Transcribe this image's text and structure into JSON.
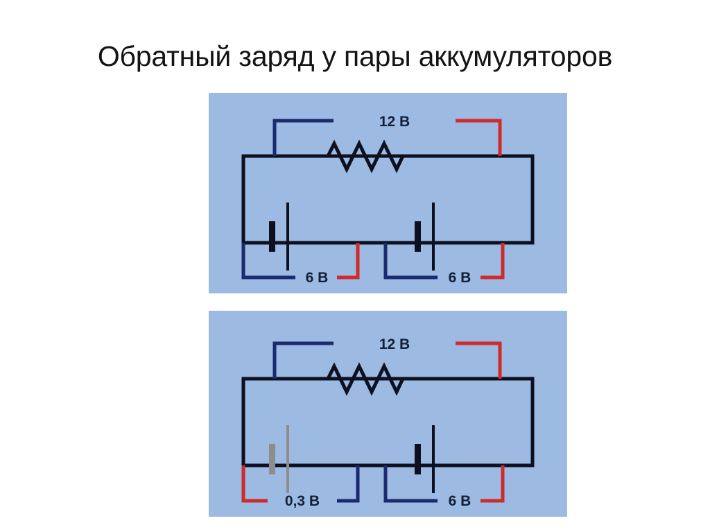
{
  "slide": {
    "title": "Обратный заряд  у пары аккумуляторов",
    "background_color": "#ffffff",
    "title_color": "#141414"
  },
  "palette": {
    "panel_background": "#9CBAE2",
    "wire_black": "#0E1020",
    "wire_blue": "#1A2A6E",
    "wire_red": "#D02B2B",
    "battery_black": "#0E1020",
    "battery_gray": "#8D8D8D",
    "label_text": "#13203A"
  },
  "figures": [
    {
      "id": "figure-1",
      "name": "two-good-batteries-circuit",
      "resistor": {
        "label": "12 В",
        "left_lead_color": "#1A2A6E",
        "right_lead_color": "#D02B2B"
      },
      "cells": [
        {
          "name": "battery-left",
          "label": "6 В",
          "color": "#0E1020",
          "state": "charged",
          "left_lead_color": "#1A2A6E",
          "right_lead_color": "#D02B2B"
        },
        {
          "name": "battery-right",
          "label": "6 В",
          "color": "#0E1020",
          "state": "charged",
          "left_lead_color": "#1A2A6E",
          "right_lead_color": "#D02B2B"
        }
      ]
    },
    {
      "id": "figure-2",
      "name": "one-depleted-battery-circuit",
      "resistor": {
        "label": "12 В",
        "left_lead_color": "#1A2A6E",
        "right_lead_color": "#D02B2B"
      },
      "cells": [
        {
          "name": "battery-left",
          "label": "0,3 В",
          "color": "#8D8D8D",
          "state": "depleted-reversed",
          "left_lead_color": "#D02B2B",
          "right_lead_color": "#1A2A6E"
        },
        {
          "name": "battery-right",
          "label": "6 В",
          "color": "#0E1020",
          "state": "charged",
          "left_lead_color": "#1A2A6E",
          "right_lead_color": "#D02B2B"
        }
      ]
    }
  ]
}
